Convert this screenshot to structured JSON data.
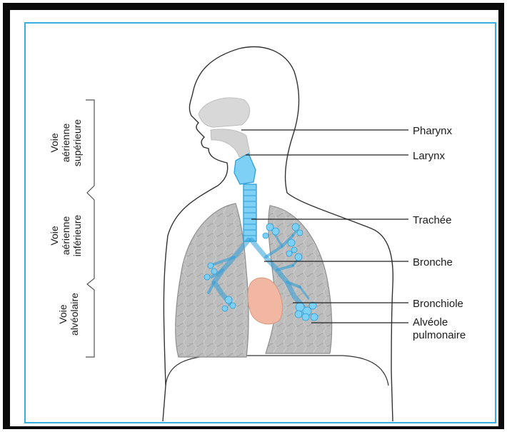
{
  "labels": {
    "pharynx": "Pharynx",
    "larynx": "Larynx",
    "trachee": "Trachée",
    "bronche": "Bronche",
    "bronchiole": "Bronchiole",
    "alveole_line1": "Alvéole",
    "alveole_line2": "pulmonaire"
  },
  "sections": {
    "superieure": [
      "Voie",
      "aérienne",
      "supérieure"
    ],
    "inferieure": [
      "Voie",
      "aérienne",
      "inférieure"
    ],
    "alveolaire": [
      "Voie",
      "alvéolaire"
    ]
  },
  "colors": {
    "frame": "#0a0a0a",
    "border": "#39aee3",
    "airway": "#7fd0f5",
    "airway_stroke": "#2f9fd8",
    "lung": "#b9b9b9",
    "heart": "#f2b7a2"
  }
}
